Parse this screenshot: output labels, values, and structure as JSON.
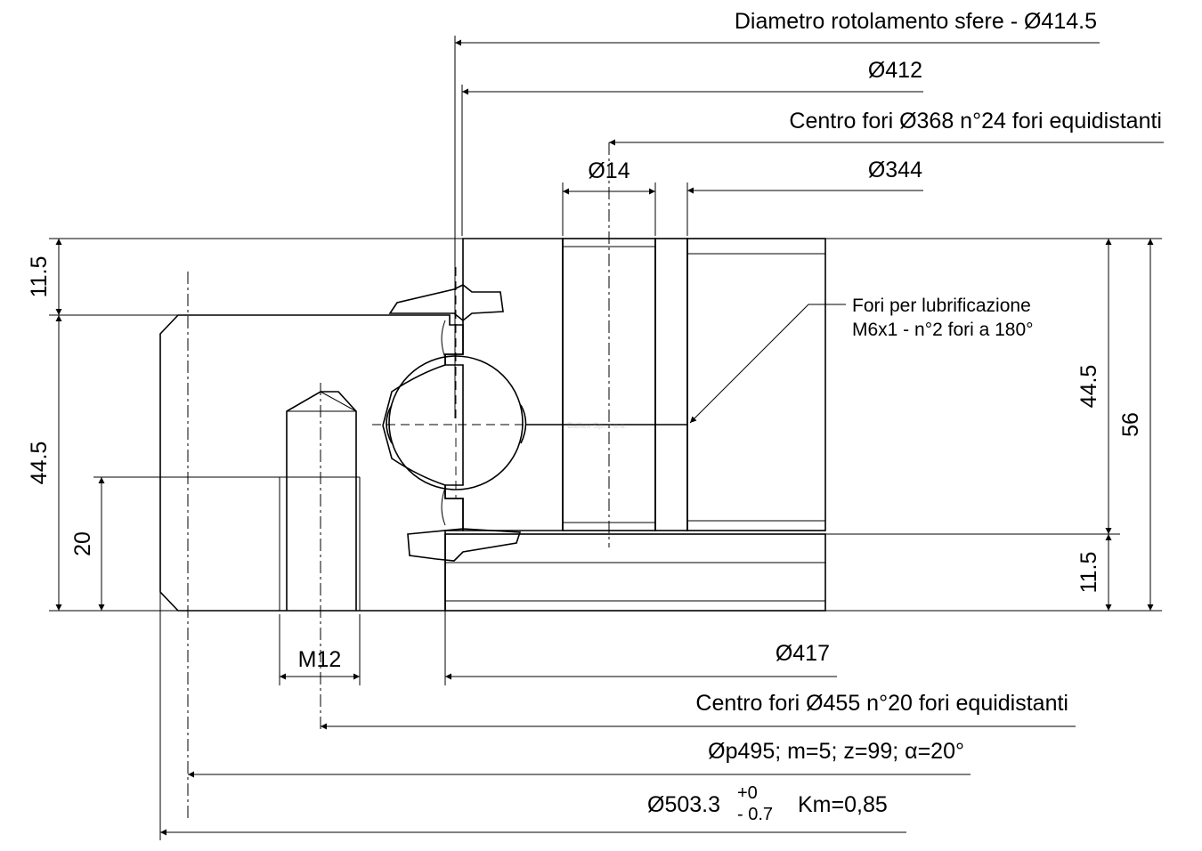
{
  "dimensions": {
    "ball_race_diameter": "Diametro rotolamento sfere - Ø414.5",
    "d412": "Ø412",
    "holes_inner": "Centro fori Ø368 n°24 fori equidistanti",
    "hole_14": "Ø14",
    "d344": "Ø344",
    "lubrication_line1": "Fori per lubrificazione",
    "lubrication_line2": "M6x1 - n°2 fori a 180°",
    "h_11_5_top": "11.5",
    "h_44_5_left": "44.5",
    "h_20": "20",
    "h_44_5_right": "44.5",
    "h_56": "56",
    "h_11_5_bottom": "11.5",
    "thread_m12": "M12",
    "d417": "Ø417",
    "holes_outer": "Centro fori Ø455 n°20 fori equidistanti",
    "gear_data": "Øp495;  m=5;  z=99;  α=20°",
    "outer_diameter": "Ø503.3",
    "tol_upper": "+0",
    "tol_lower": "- 0.7",
    "km": "Km=0,85"
  },
  "watermark": "Bailiex Sp. z o.o."
}
